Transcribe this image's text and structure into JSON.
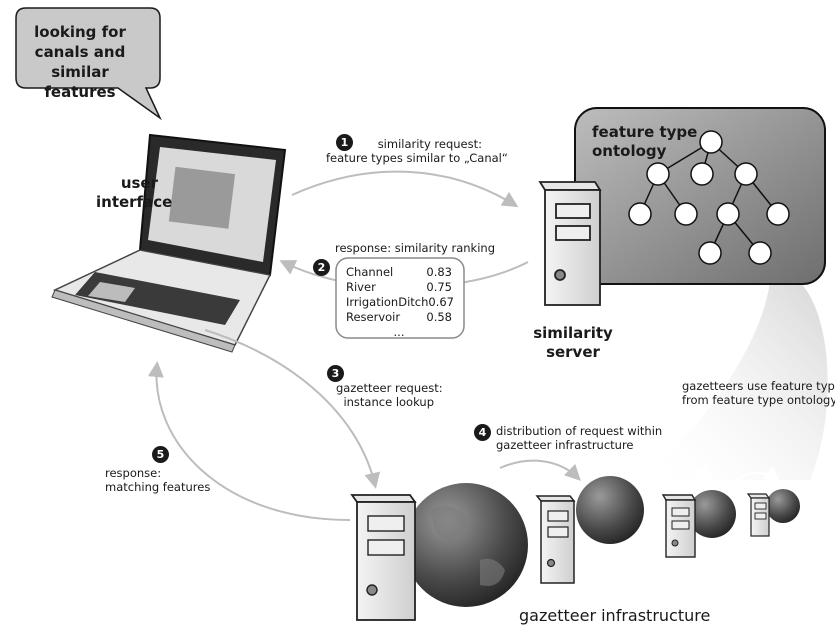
{
  "speech_bubble": {
    "line1": "looking for",
    "line2": "canals and",
    "line3": "similar features"
  },
  "user_interface": {
    "line1": "user",
    "line2": "interface"
  },
  "ontology": {
    "line1": "feature type",
    "line2": "ontology"
  },
  "similarity_server": {
    "line1": "similarity",
    "line2": "server"
  },
  "step1": {
    "number": "1",
    "line1": "similarity request:",
    "line2": "feature types similar to „Canal“"
  },
  "step2": {
    "number": "2",
    "label": "response: similarity ranking",
    "ranking": [
      {
        "name": "Channel",
        "score": "0.83"
      },
      {
        "name": "River",
        "score": "0.75"
      },
      {
        "name": "IrrigationDitch",
        "score": "0.67"
      },
      {
        "name": "Reservoir",
        "score": "0.58"
      }
    ],
    "ellipsis": "..."
  },
  "step3": {
    "number": "3",
    "line1": "gazetteer request:",
    "line2": "instance lookup"
  },
  "step4": {
    "number": "4",
    "line1": "distribution of request within",
    "line2": "gazetteer infrastructure"
  },
  "step5": {
    "number": "5",
    "line1": "response:",
    "line2": "matching features"
  },
  "ontology_note": {
    "line1": "gazetteers use feature types",
    "line2": "from feature type ontology"
  },
  "infrastructure_label": "gazetteer infrastructure"
}
